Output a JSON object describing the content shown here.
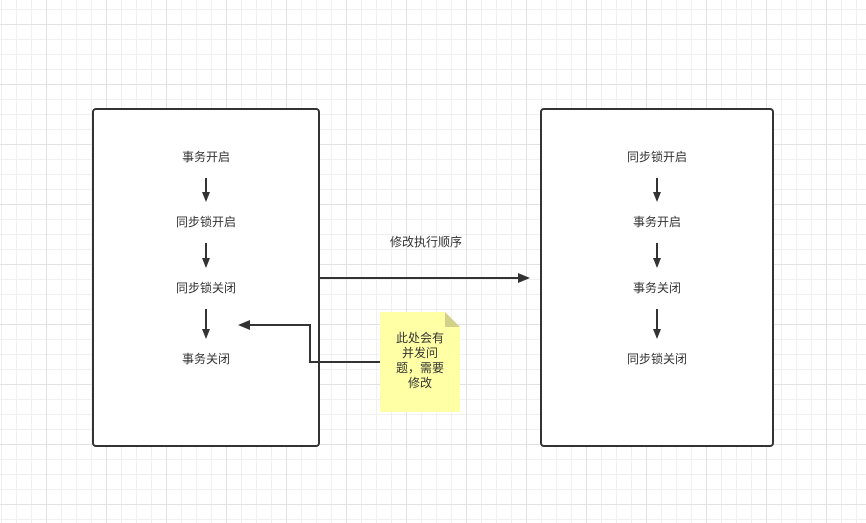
{
  "left_flow": {
    "steps": [
      "事务开启",
      "同步锁开启",
      "同步锁关闭",
      "事务关闭"
    ]
  },
  "right_flow": {
    "steps": [
      "同步锁开启",
      "事务开启",
      "事务关闭",
      "同步锁关闭"
    ]
  },
  "transition": {
    "label": "修改执行顺序"
  },
  "note": {
    "lines": [
      "此处会有",
      "并发问",
      "题，需要",
      "修改"
    ],
    "fill": "#ffffa5",
    "fold": "#d3d08a"
  },
  "colors": {
    "stroke": "#333333",
    "grid_minor": "#f0f0f0",
    "grid_major": "#e2e2e2"
  }
}
